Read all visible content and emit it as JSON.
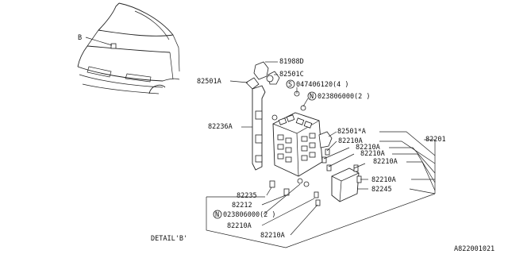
{
  "detail_marker": "B",
  "detail_label": "DETAIL'B'",
  "figure_id": "A822001021",
  "labels": {
    "p81988D": "81988D",
    "p82501C": "82501C",
    "p82501A": "82501A",
    "s_bolt": "047406120(4 )",
    "n_nut_top": "023806000(2 )",
    "p82236A": "82236A",
    "p82501star": "82501*A",
    "p82201": "82201",
    "p82210A_1": "82210A",
    "p82210A_2": "82210A",
    "p82210A_3": "82210A",
    "p82210A_4": "82210A",
    "p82210A_5": "82210A",
    "p82210A_6": "82210A",
    "p82245": "82245",
    "p82235": "82235",
    "p82212": "82212",
    "n_nut_bottom": "023806000(2 )"
  },
  "symbols": {
    "s": "S",
    "n": "N"
  }
}
